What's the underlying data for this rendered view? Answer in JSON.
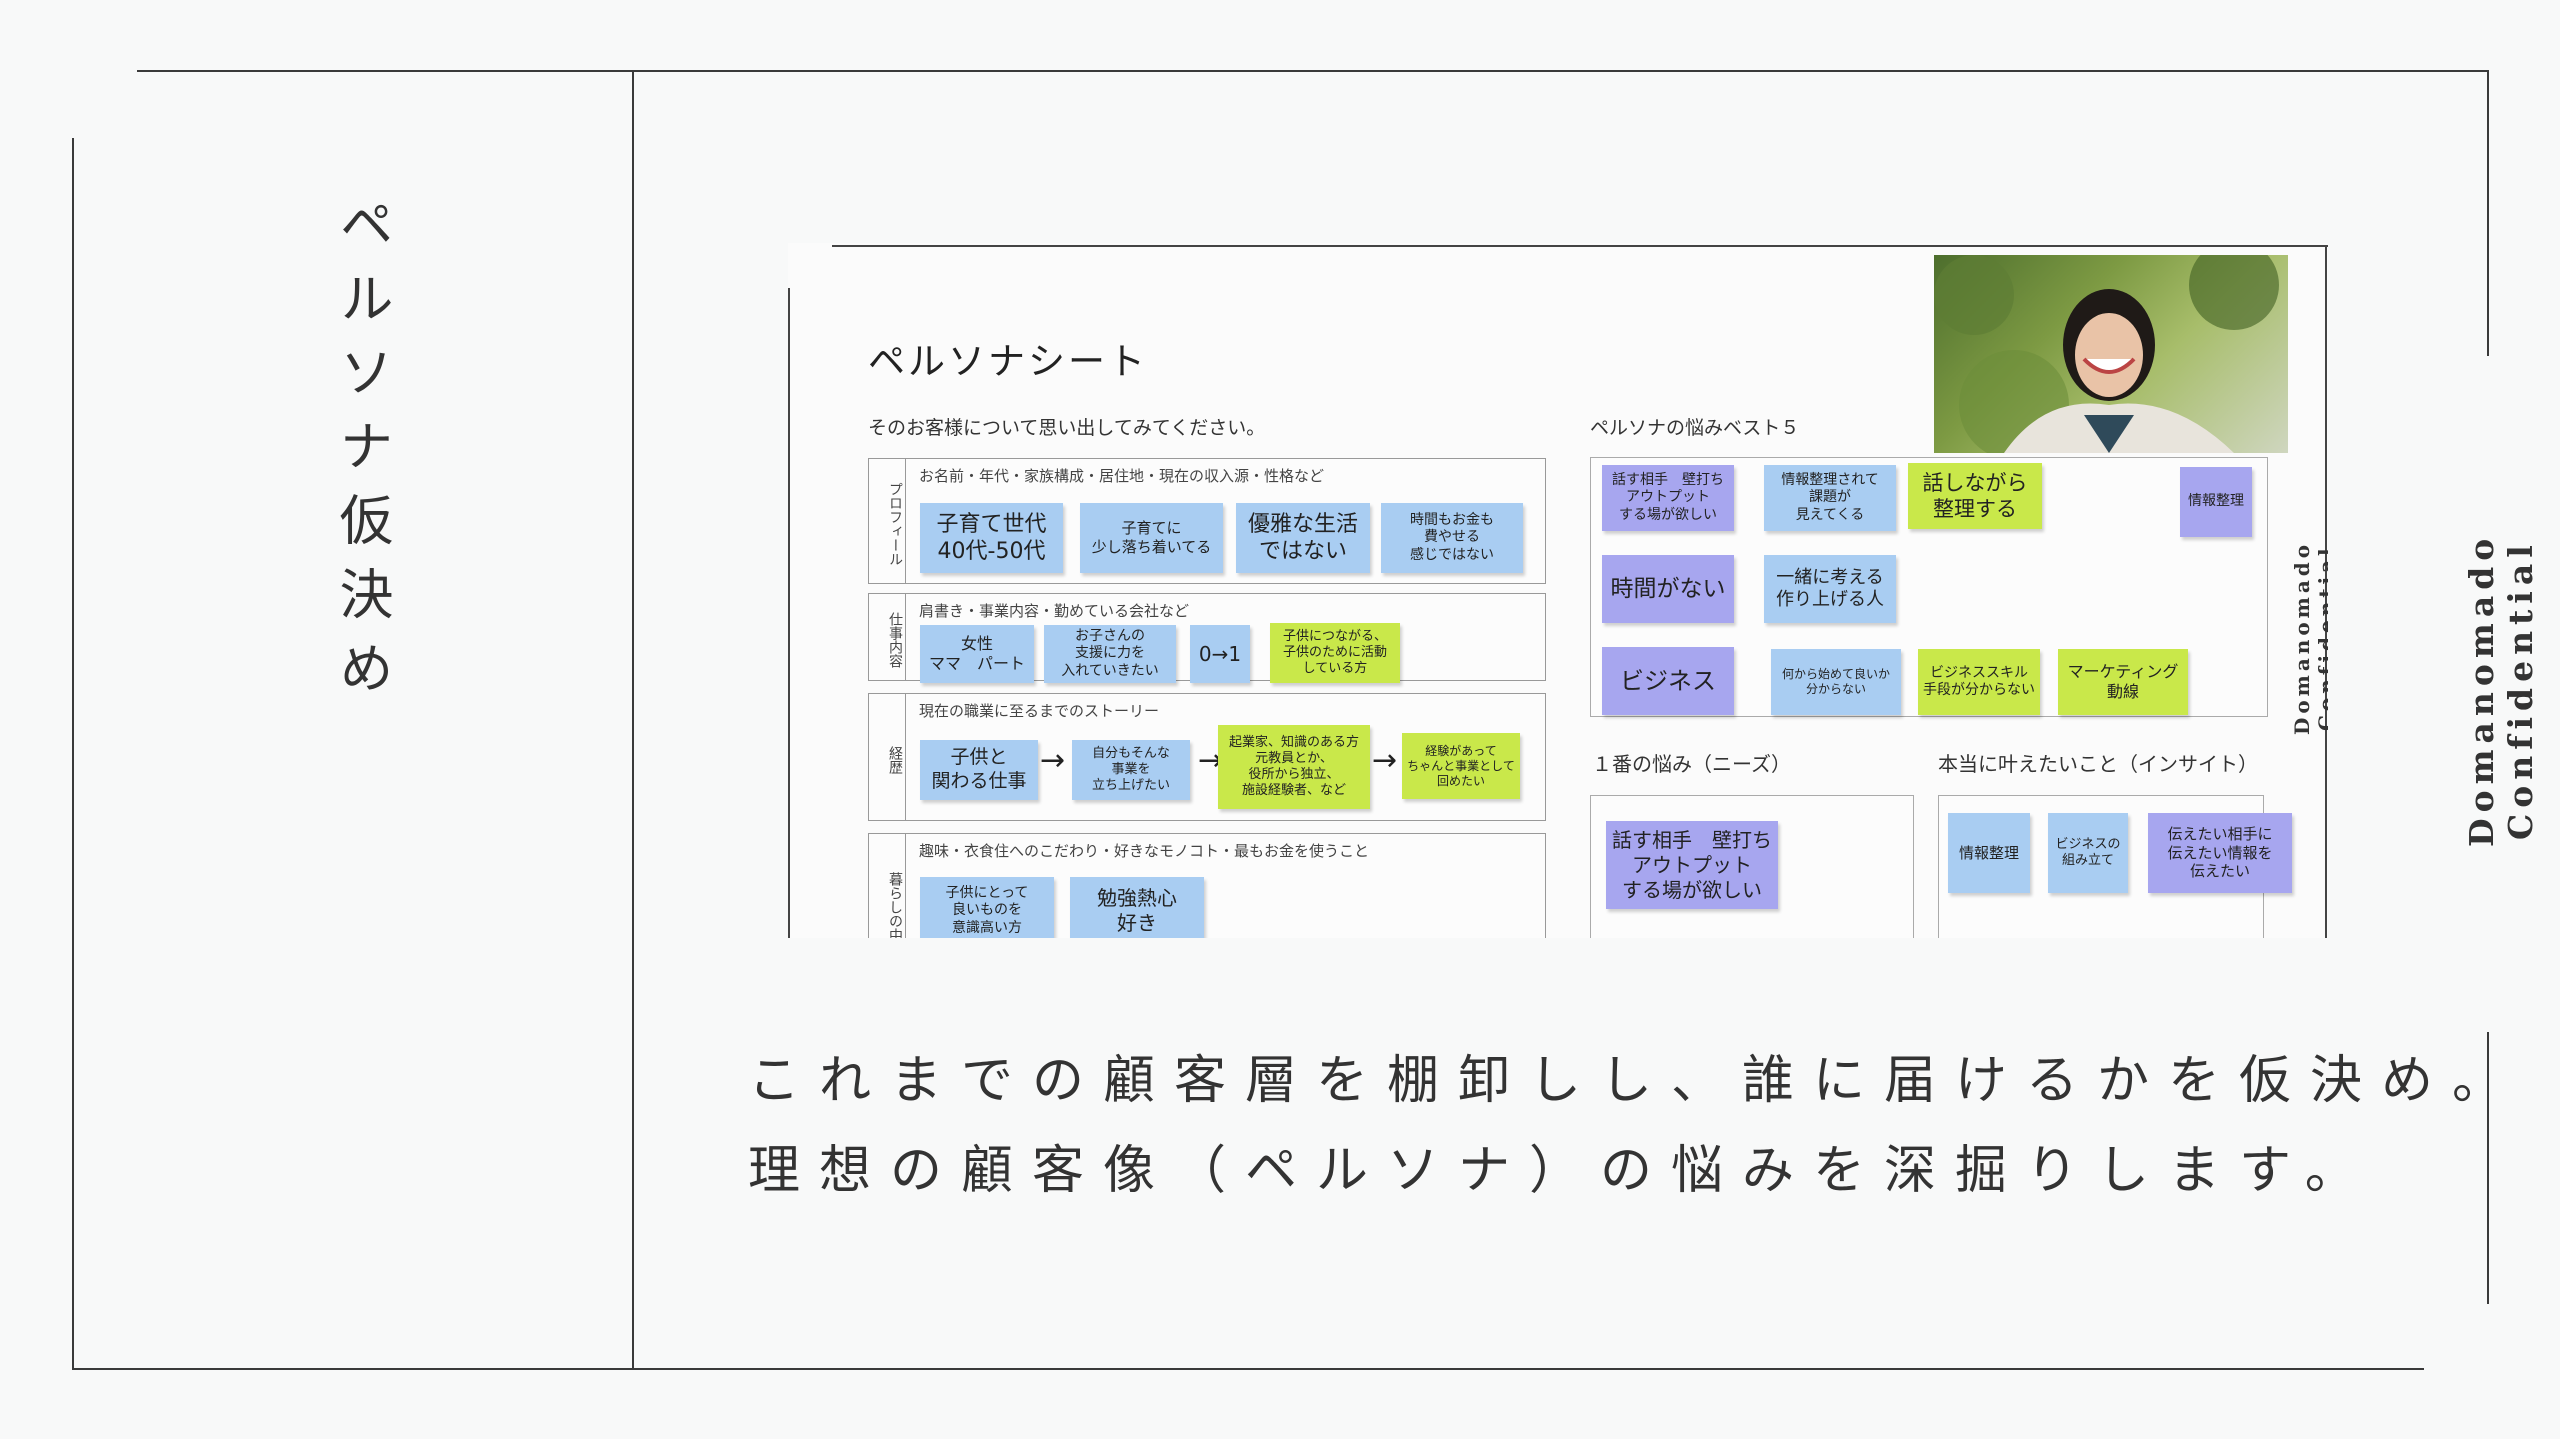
{
  "page": {
    "title": "ペルソナ仮決め",
    "confidential": "Domanomado Confidential",
    "caption_lines": [
      "これまでの顧客層を棚卸しし、誰に届けるかを仮決め。",
      "理想の顧客像（ペルソナ）の悩みを深掘りします。"
    ]
  },
  "sheet": {
    "title": "ペルソナシート",
    "intro": "そのお客様について思い出してみてください。",
    "worries_title": "ペルソナの悩みベスト５",
    "confidential": "Domanomado Confidential",
    "sections": [
      {
        "side": "プロフィール",
        "caption": "お名前・年代・家族構成・居住地・現在の収入源・性格など"
      },
      {
        "side": "仕事内容",
        "caption": "肩書き・事業内容・勤めている会社など"
      },
      {
        "side": "経歴",
        "caption": "現在の職業に至るまでのストーリー"
      },
      {
        "side": "暮らしの中",
        "caption": "趣味・衣食住へのこだわり・好きなモノコト・最もお金を使うこと"
      }
    ],
    "notes": {
      "profile": [
        "子育て世代\n40代-50代",
        "子育てに\n少し落ち着いてる",
        "優雅な生活\nではない",
        "時間もお金も\n費やせる\n感じではない"
      ],
      "work": [
        "女性\nママ　パート",
        "お子さんの\n支援に力を\n入れていきたい",
        "0→1",
        "子供につながる、\n子供のために活動\nしている方"
      ],
      "career": [
        "子供と\n関わる仕事",
        "自分もそんな\n事業を\n立ち上げたい",
        "起業家、知識のある方\n元教員とか、\n役所から独立、\n施設経験者、など",
        "経験があって\nちゃんと事業として\n回めたい"
      ],
      "life": [
        "子供にとって\n良いものを\n意識高い方",
        "勉強熱心\n好き"
      ],
      "worries": [
        "話す相手　壁打ち\nアウトプット\nする場が欲しい",
        "情報整理されて\n課題が\n見えてくる",
        "話しながら\n整理する",
        "情報整理",
        "時間がない",
        "一緒に考える\n作り上げる人",
        "ビジネス",
        "何から始めて良いか\n分からない",
        "ビジネススキル\n手段が分からない",
        "マーケティング\n動線"
      ],
      "needs": [
        "話す相手　壁打ち\nアウトプット\nする場が欲しい"
      ],
      "insights": [
        "情報整理",
        "ビジネスの\n組み立て",
        "伝えたい相手に\n伝えたい情報を\n伝えたい"
      ]
    },
    "needs_title": "１番の悩み（ニーズ）",
    "insight_title": "本当に叶えたいこと（インサイト）"
  },
  "colors": {
    "blue_note": "#a9cdf2",
    "purple_note": "#a7a6ef",
    "lime_note": "#c9e84a"
  }
}
